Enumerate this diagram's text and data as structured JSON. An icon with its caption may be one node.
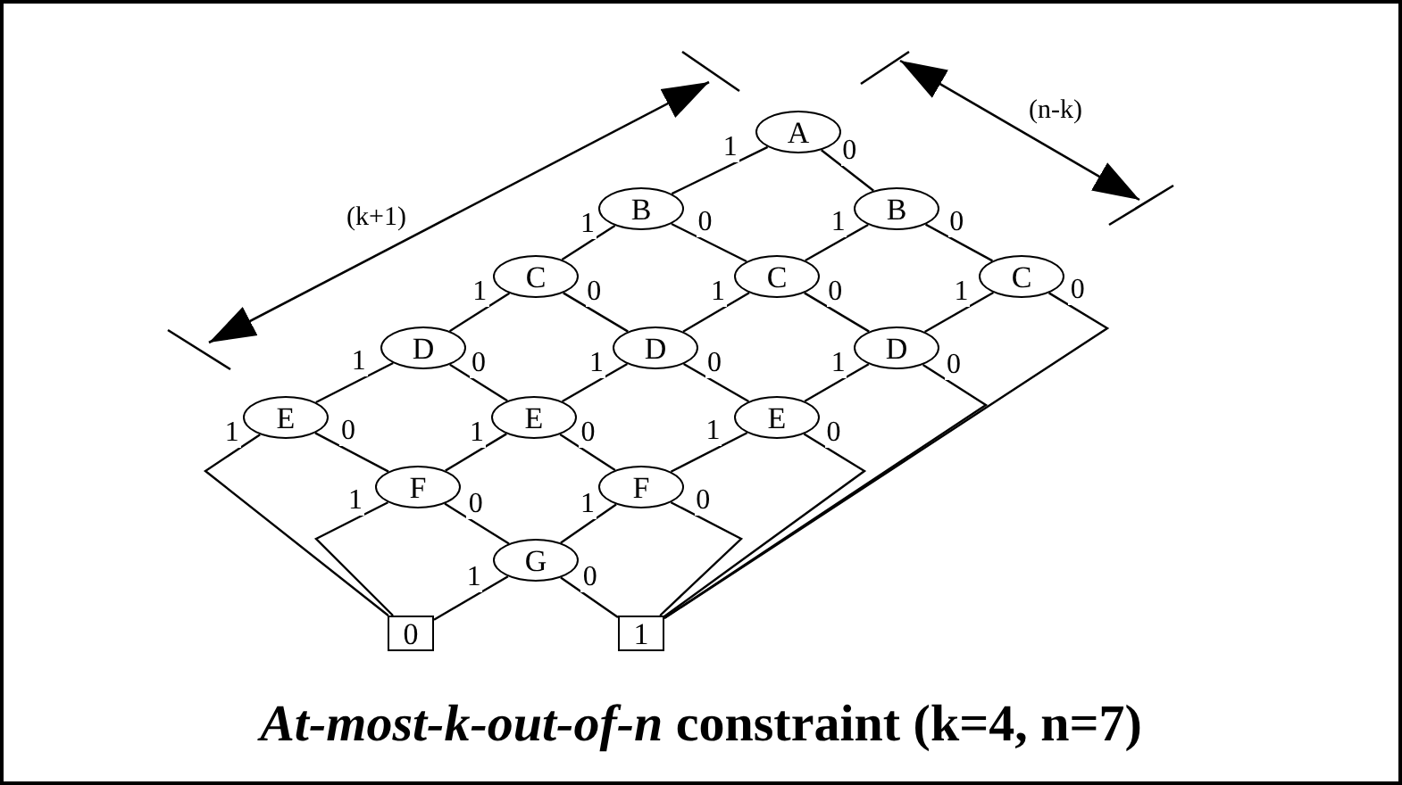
{
  "diagram": {
    "caption": "*At-most-k-out-of-n* constraint (k=4, n=7)",
    "nodes": [
      {
        "text": [
          "A"
        ]
      },
      {
        "text": [
          "B"
        ]
      },
      {
        "text": [
          "B"
        ]
      },
      {
        "text": [
          "C"
        ]
      },
      {
        "text": [
          "C"
        ]
      },
      {
        "text": [
          "C"
        ]
      },
      {
        "text": [
          "D"
        ]
      },
      {
        "text": [
          "D"
        ]
      },
      {
        "text": [
          "D"
        ]
      },
      {
        "text": [
          "E"
        ]
      },
      {
        "text": [
          "E"
        ]
      },
      {
        "text": [
          "E"
        ]
      },
      {
        "text": [
          "F"
        ]
      },
      {
        "text": [
          "F"
        ]
      },
      {
        "text": [
          "G"
        ]
      },
      {
        "text": [
          "0"
        ]
      },
      {
        "text": [
          "1"
        ]
      }
    ],
    "edges": [
      {
        "from": 0,
        "to": 1,
        "arrow": "none",
        "label": "1"
      },
      {
        "from": 0,
        "to": 2,
        "arrow": "none",
        "label": "0"
      },
      {
        "from": 1,
        "to": 3,
        "arrow": "none",
        "label": "1"
      },
      {
        "from": 1,
        "to": 4,
        "arrow": "none",
        "label": "0"
      },
      {
        "from": 2,
        "to": 4,
        "arrow": "none",
        "label": "1"
      },
      {
        "from": 2,
        "to": 5,
        "arrow": "none",
        "label": "0"
      },
      {
        "from": 3,
        "to": 6,
        "arrow": "none",
        "label": "1"
      },
      {
        "from": 3,
        "to": 7,
        "arrow": "none",
        "label": "0"
      },
      {
        "from": 4,
        "to": 7,
        "arrow": "none",
        "label": "1"
      },
      {
        "from": 4,
        "to": 8,
        "arrow": "none",
        "label": "0"
      },
      {
        "from": 5,
        "to": 8,
        "arrow": "none",
        "label": "1"
      },
      {
        "from": 5,
        "to": 16,
        "arrow": "none",
        "label": "0"
      },
      {
        "from": 6,
        "to": 9,
        "arrow": "none",
        "label": "1"
      },
      {
        "from": 6,
        "to": 10,
        "arrow": "none",
        "label": "0"
      },
      {
        "from": 7,
        "to": 10,
        "arrow": "none",
        "label": "1"
      },
      {
        "from": 7,
        "to": 11,
        "arrow": "none",
        "label": "0"
      },
      {
        "from": 8,
        "to": 11,
        "arrow": "none",
        "label": "1"
      },
      {
        "from": 8,
        "to": 16,
        "arrow": "none",
        "label": "0"
      },
      {
        "from": 9,
        "to": 15,
        "arrow": "none",
        "label": "1"
      },
      {
        "from": 9,
        "to": 12,
        "arrow": "none",
        "label": "0"
      },
      {
        "from": 10,
        "to": 12,
        "arrow": "none",
        "label": "1"
      },
      {
        "from": 10,
        "to": 13,
        "arrow": "none",
        "label": "0"
      },
      {
        "from": 11,
        "to": 13,
        "arrow": "none",
        "label": "1"
      },
      {
        "from": 11,
        "to": 16,
        "arrow": "none",
        "label": "0"
      },
      {
        "from": 12,
        "to": 15,
        "arrow": "none",
        "label": "1"
      },
      {
        "from": 12,
        "to": 14,
        "arrow": "none",
        "label": "0"
      },
      {
        "from": 13,
        "to": 14,
        "arrow": "none",
        "label": "1"
      },
      {
        "from": 13,
        "to": 16,
        "arrow": "none",
        "label": "0"
      },
      {
        "from": 14,
        "to": 15,
        "arrow": "none",
        "label": "1"
      },
      {
        "from": 14,
        "to": 16,
        "arrow": "none",
        "label": "0"
      }
    ],
    "labels": [
      "(k+1)",
      "(n-k)"
    ]
  }
}
